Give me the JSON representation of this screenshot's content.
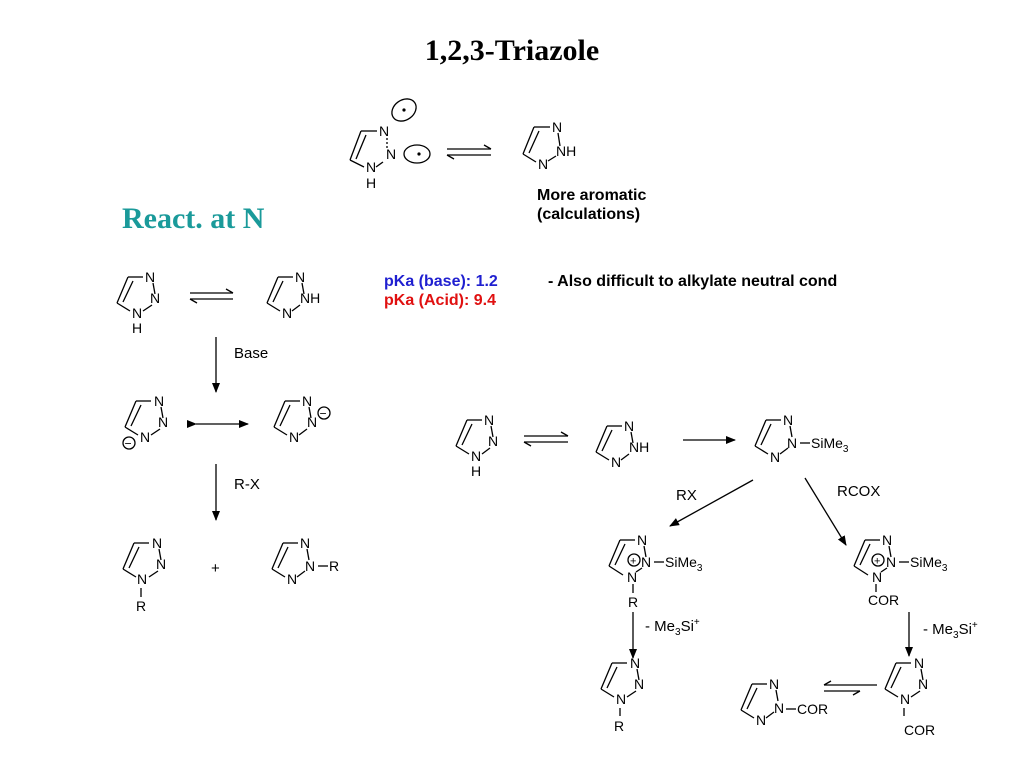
{
  "title": "1,2,3-Triazole",
  "section_heading": "React. at N",
  "tautomer_note": {
    "line1": "More aromatic",
    "line2": "(calculations)"
  },
  "pka": {
    "base": "pKa (base): 1.2",
    "acid": "pKa (Acid): 9.4",
    "base_color": "#1f1fd0",
    "acid_color": "#e01010"
  },
  "alkylation_note": "- Also difficult to alkylate neutral cond",
  "atoms": {
    "N": "N",
    "H": "H",
    "NH": "NH",
    "R": "R"
  },
  "substituents": {
    "silyl_prefix": "SiMe",
    "silyl_sub": "3",
    "acyl": "COR"
  },
  "reagents": {
    "base": "Base",
    "rx_left": "R-X",
    "plus": "+",
    "rx_right": "RX",
    "rcox": "RCOX",
    "desilyl_prefix": "- Me",
    "desilyl_sub": "3",
    "desilyl_mid": "Si",
    "desilyl_sup": "+"
  },
  "charges": {
    "minus": "−",
    "plus": "+"
  }
}
